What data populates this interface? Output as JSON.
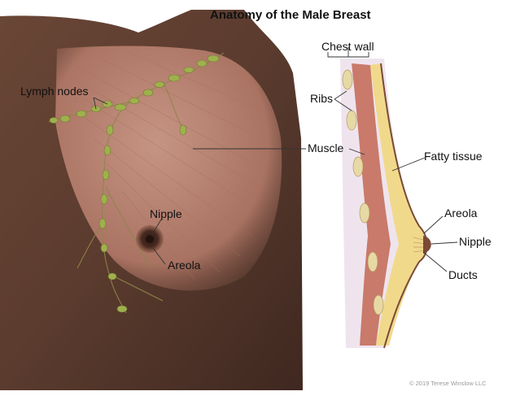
{
  "title": "Anatomy of the Male Breast",
  "left_labels": {
    "lymph_nodes": "Lymph nodes",
    "nipple": "Nipple",
    "areola": "Areola"
  },
  "right_labels": {
    "chest_wall": "Chest wall",
    "ribs": "Ribs",
    "muscle": "Muscle",
    "fatty_tissue": "Fatty tissue",
    "areola": "Areola",
    "nipple": "Nipple",
    "ducts": "Ducts"
  },
  "credit": "© 2019 Terese Winslow LLC",
  "colors": {
    "skin": "#5b3b2f",
    "muscle": "#c98e7e",
    "lymph_node": "#9fb04d",
    "fat": "#f1d98b",
    "rib": "#e7d9a6"
  }
}
